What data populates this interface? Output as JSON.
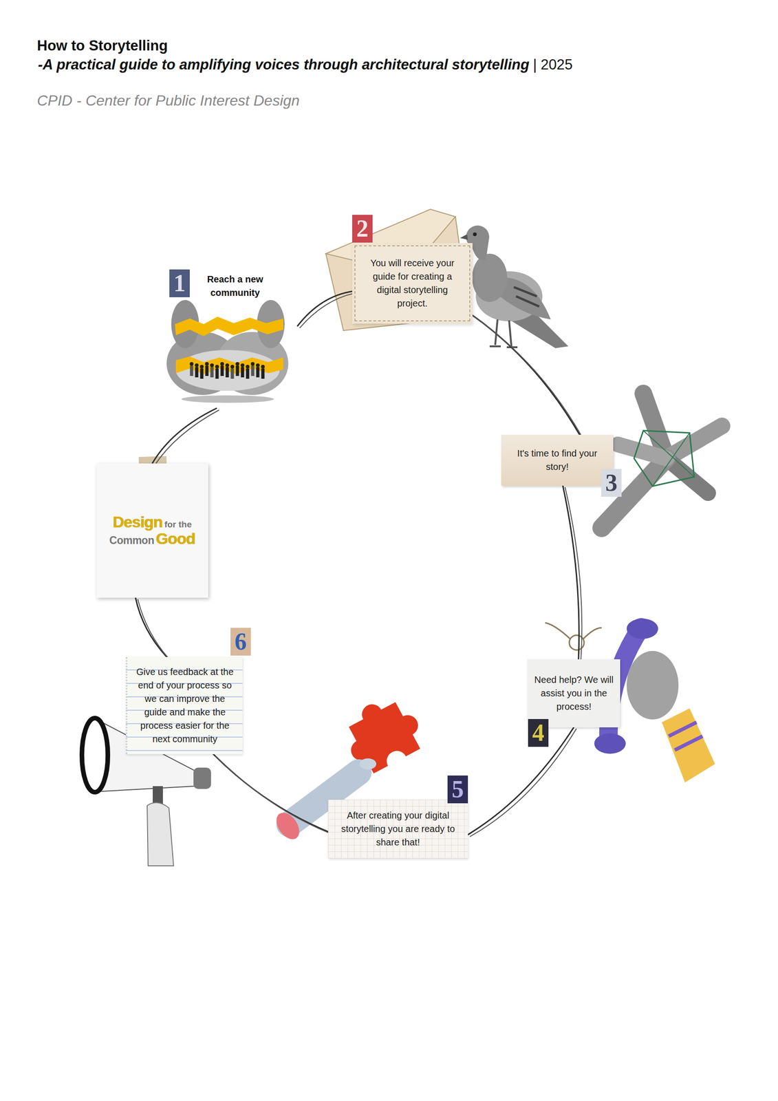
{
  "diagram": {
    "title": "How to Storytelling",
    "nodes": [
      {
        "text": [
          "Reach a new community"
        ]
      },
      {
        "text": [
          "You will receive your guide for creating a digital storytelling project."
        ]
      },
      {
        "text": [
          "It's time to find your story!"
        ]
      },
      {
        "text": [
          "Need help? We will assist you in the process!"
        ]
      },
      {
        "text": [
          "After creating your digital storytelling you are ready to share that!"
        ]
      },
      {
        "text": [
          "Give us feedback at the end of your process so we can improve the guide and make the process easier for the next community"
        ]
      },
      {
        "text": [
          "Design",
          "for the",
          "Common",
          "Good"
        ]
      }
    ],
    "edges": [
      {
        "from": 0,
        "to": 1,
        "arrow": "none"
      },
      {
        "from": 1,
        "to": 2,
        "arrow": "none"
      },
      {
        "from": 2,
        "to": 3,
        "arrow": "none"
      },
      {
        "from": 3,
        "to": 4,
        "arrow": "none"
      },
      {
        "from": 4,
        "to": 5,
        "arrow": "none"
      },
      {
        "from": 5,
        "to": 6,
        "arrow": "none"
      },
      {
        "from": 6,
        "to": 0,
        "arrow": "none"
      }
    ],
    "labels": [
      "-A practical guide to amplifying voices through architectural storytelling",
      "| 2025",
      "CPID - Center for Public Interest Design",
      "1",
      "2",
      "3",
      "4",
      "5",
      "6"
    ]
  }
}
